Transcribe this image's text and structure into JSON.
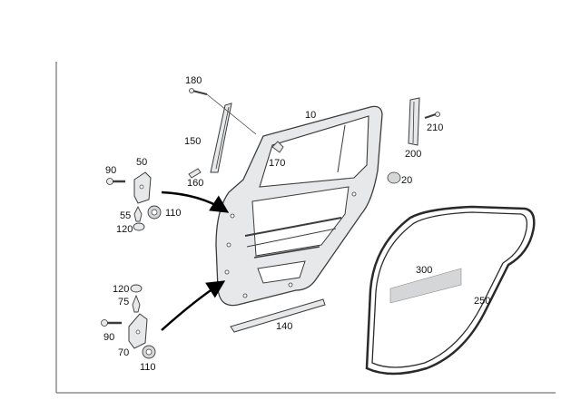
{
  "callouts": {
    "c10": "10",
    "c20": "20",
    "c50": "50",
    "c55": "55",
    "c70": "70",
    "c75": "75",
    "c90a": "90",
    "c90b": "90",
    "c110a": "110",
    "c110b": "110",
    "c120a": "120",
    "c120b": "120",
    "c140": "140",
    "c150": "150",
    "c160": "160",
    "c170": "170",
    "c180": "180",
    "c200": "200",
    "c210": "210",
    "c250": "250",
    "c300": "300"
  },
  "colors": {
    "frame": "#555555",
    "part_fill": "#e6e8ea",
    "part_stroke": "#3c3c3c",
    "seal": "#2a2a2a",
    "tape": "#d4d6d8",
    "arrow": "#000000"
  }
}
